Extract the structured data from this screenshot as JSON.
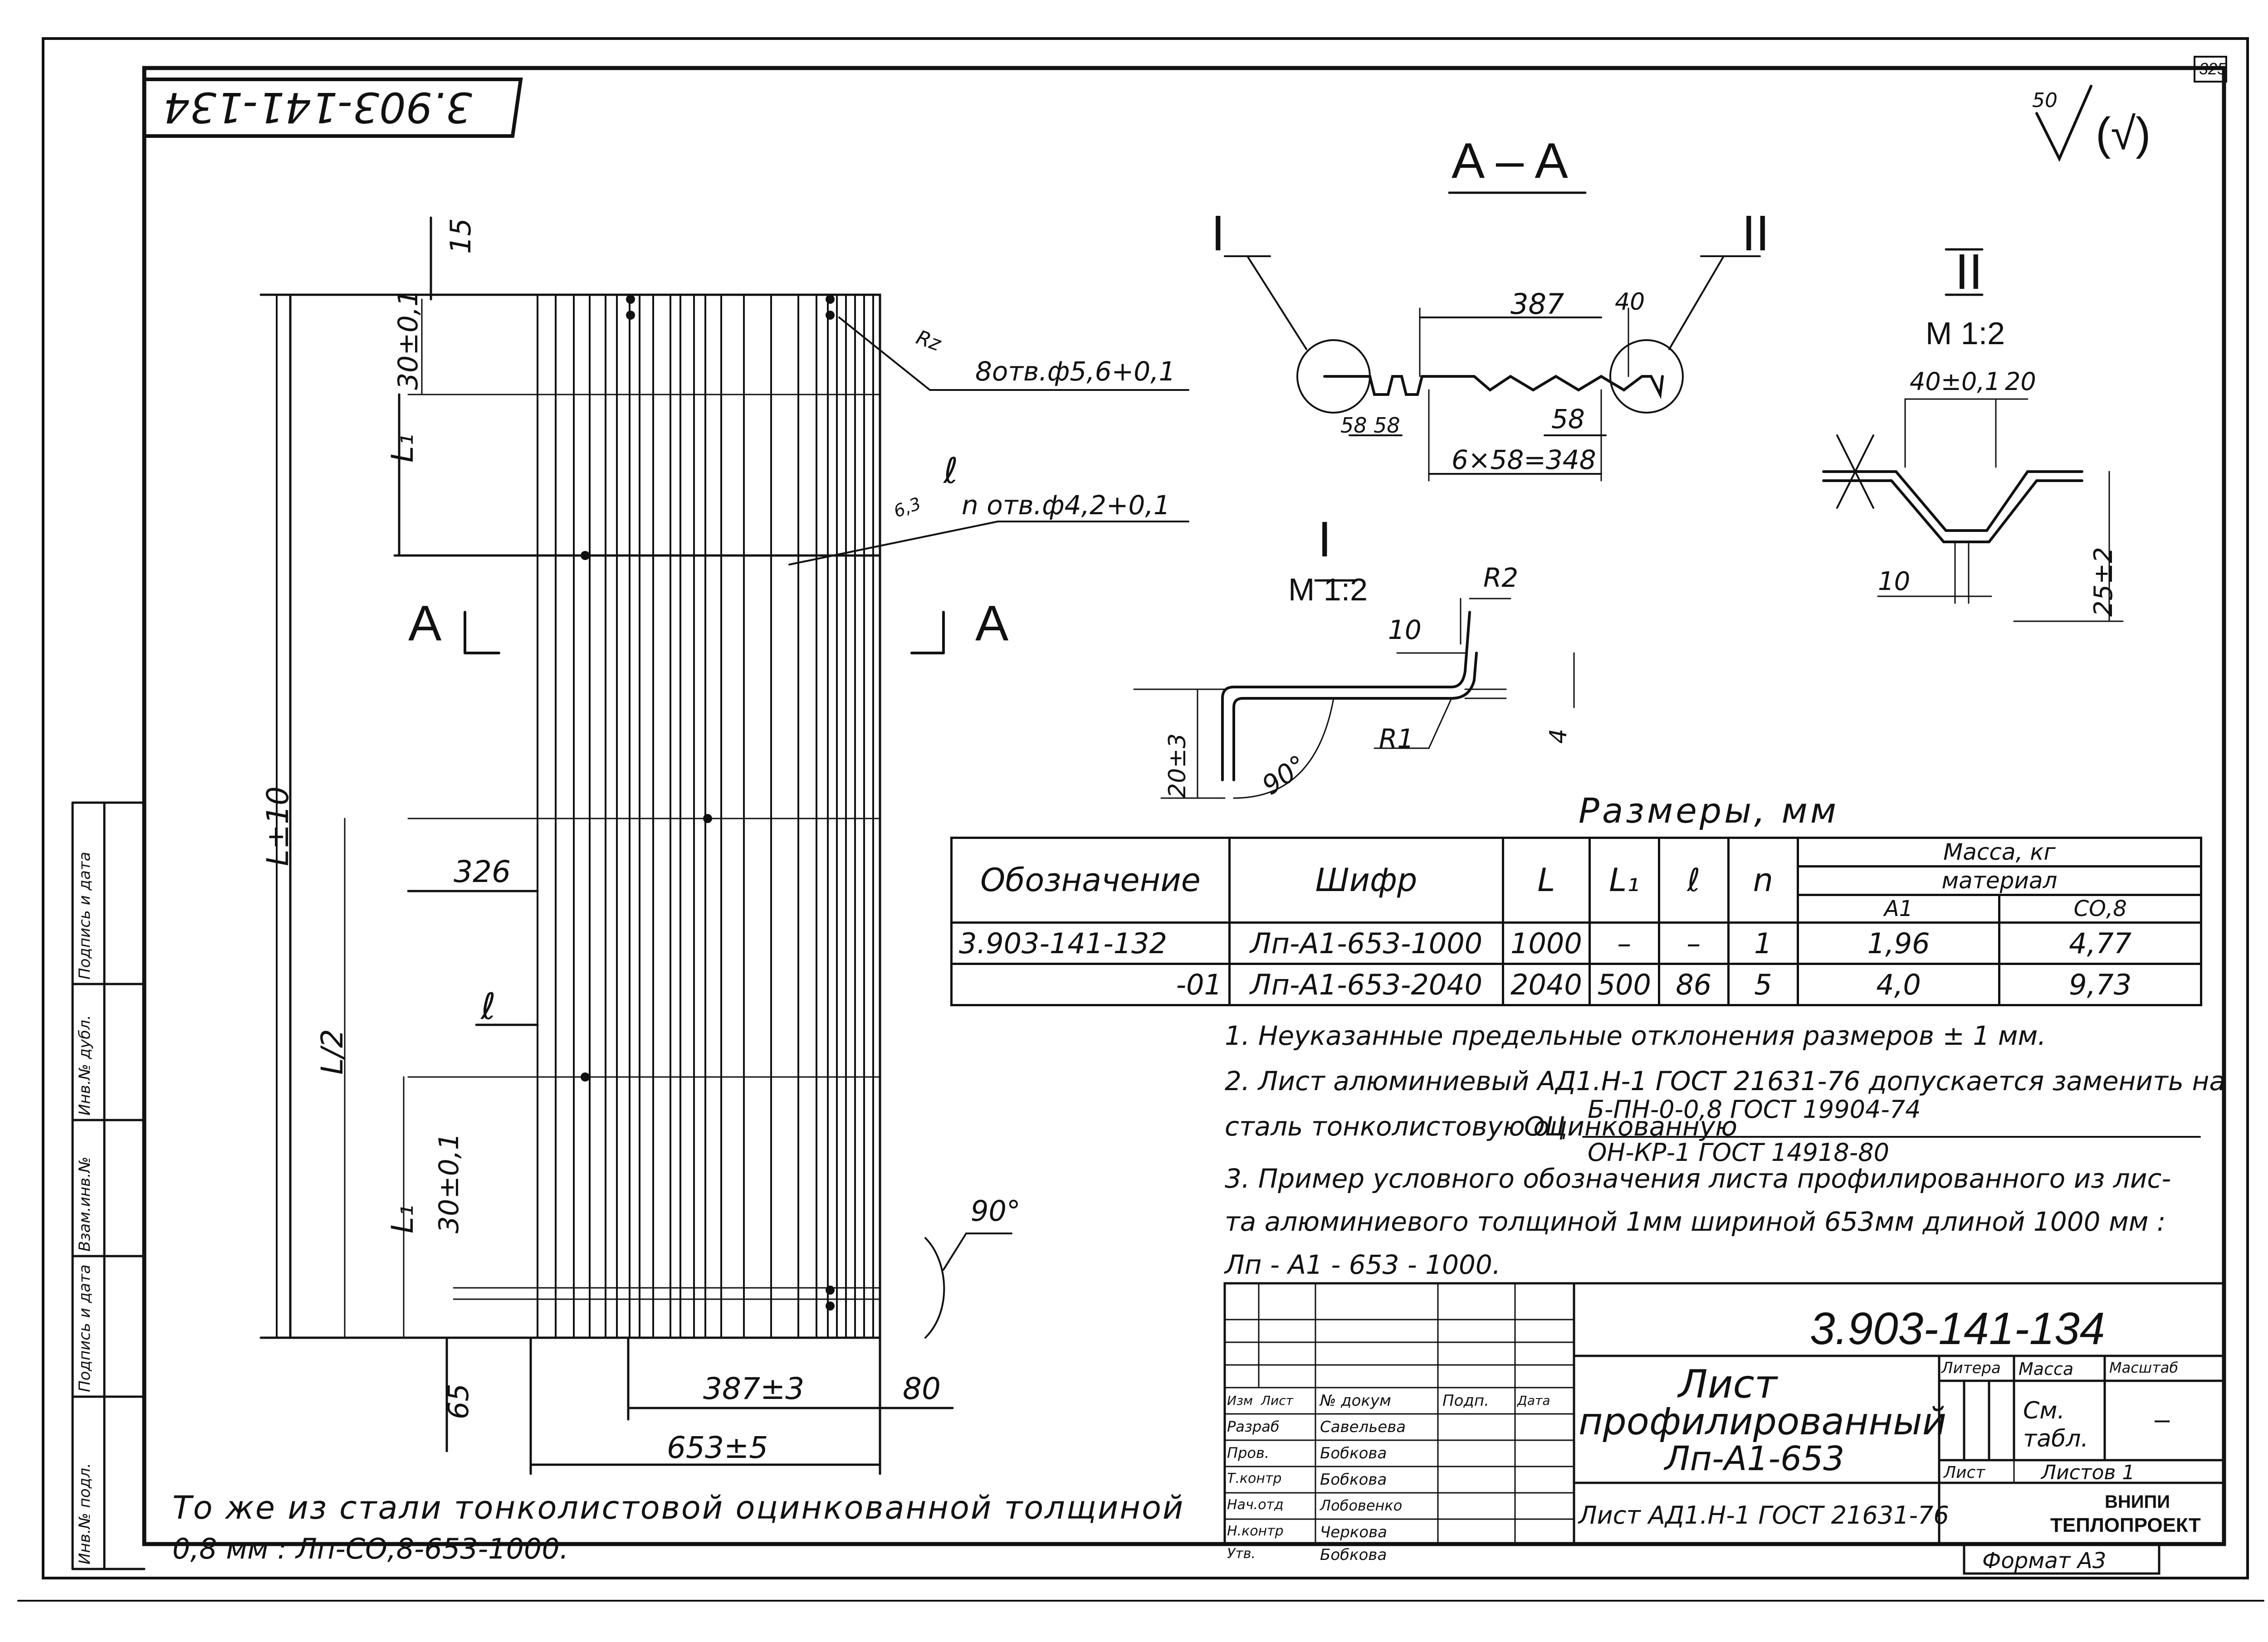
{
  "sheet": {
    "page_number": "325",
    "stamp_code": "3.903-141-134",
    "roughness": "50",
    "roughness_symbol": "(√)"
  },
  "section": {
    "title": "A – A",
    "left_marker": "A",
    "right_marker": "A"
  },
  "front_view": {
    "dim_top": "15",
    "dim_30": "30±0,1",
    "dim_L1_top": "L₁",
    "dim_L": "L±10",
    "dim_326": "326",
    "dim_l": "ℓ",
    "dim_L2": "L/2",
    "dim_L1_bottom": "L₁",
    "dim_30_bottom": "30±0,1",
    "dim_65": "65",
    "dim_387": "387±3",
    "dim_80": "80",
    "dim_653": "653±5",
    "angle_90": "90°",
    "hole_note_1": "8отв.ф5,6+0,1",
    "hole_note_1_roughness": "Rz",
    "hole_note_2": "n отв.ф4,2+0,1",
    "hole_note_2_l": "ℓ",
    "hole_note_2_roughness": "6,3"
  },
  "section_aa": {
    "callout_I": "I",
    "callout_II": "II",
    "dim_387": "387",
    "dim_40": "40",
    "dim_58_58": "58 58",
    "dim_58": "58",
    "dim_6x58": "6×58=348"
  },
  "detail_I": {
    "label": "I",
    "scale": "М 1:2",
    "r2": "R2",
    "d10": "10",
    "r1": "R1",
    "angle": "90°",
    "d20": "20±3",
    "d4": "4"
  },
  "detail_II": {
    "label": "II",
    "scale": "М 1:2",
    "d40": "40±0,1",
    "d20": "20",
    "d10": "10",
    "d25": "25±2"
  },
  "spec_table": {
    "caption": "Размеры, мм",
    "headers": {
      "designation": "Обозначение",
      "code": "Шифр",
      "L": "L",
      "L1": "L₁",
      "l": "ℓ",
      "n": "n",
      "mass": "Масса, кг",
      "material": "материал",
      "a1": "А1",
      "co8": "СО,8"
    },
    "rows": [
      {
        "designation": "3.903-141-132",
        "code": "Лп-А1-653-1000",
        "L": "1000",
        "L1": "–",
        "l": "–",
        "n": "1",
        "a1": "1,96",
        "co8": "4,77"
      },
      {
        "designation": "-01",
        "code": "Лп-А1-653-2040",
        "L": "2040",
        "L1": "500",
        "l": "86",
        "n": "5",
        "a1": "4,0",
        "co8": "9,73"
      }
    ]
  },
  "notes": [
    "1. Неуказанные предельные отклонения размеров ± 1 мм.",
    "2. Лист алюминиевый АД1.Н-1 ГОСТ 21631-76 допускается заменить на",
    "сталь тонколистовую оцинкованную",
    "3. Пример условного обозначения листа профилированного из лис-",
    "та алюминиевого толщиной 1мм шириной 653мм длиной 1000 мм :",
    "Лп - А1 - 653 - 1000."
  ],
  "note2_formula": {
    "prefix": "ОЦ",
    "numerator": "Б-ПН-0-0,8 ГОСТ 19904-74",
    "denominator": "ОН-КР-1 ГОСТ 14918-80"
  },
  "footnote": {
    "line1": "То же из стали тонколистовой оцинкованной толщиной",
    "line2": "0,8 мм : Лп-СО,8-653-1000."
  },
  "title_block": {
    "designation": "3.903-141-134",
    "title_line1": "Лист",
    "title_line2": "профилированный",
    "title_line3": "Лп-А1-653",
    "material": "Лист АД1.Н-1 ГОСТ 21631-76",
    "col_headers": [
      "Изм",
      "Лист",
      "№ докум",
      "Подп.",
      "Дата"
    ],
    "roles": [
      {
        "role": "Разраб",
        "name": "Савельева"
      },
      {
        "role": "Пров.",
        "name": "Бобкова"
      },
      {
        "role": "Т.контр",
        "name": "Бобкова"
      },
      {
        "role": "Нач.отд",
        "name": "Лобовенко"
      },
      {
        "role": "Н.контр",
        "name": "Черкова"
      },
      {
        "role": "Утв.",
        "name": "Бобкова"
      }
    ],
    "litera": "Литера",
    "mass": "Масса",
    "mass_value": "См. табл.",
    "scale": "Масштаб",
    "scale_value": "–",
    "sheet": "Лист",
    "sheets": "Листов 1",
    "org_line1": "ВНИПИ",
    "org_line2": "ТЕПЛОПРОЕКТ",
    "format": "Формат А3"
  },
  "side_stamps": [
    "Инв.№ подл.",
    "Подпись и дата",
    "Взам.инв.№",
    "Инв.№ дубл.",
    "Подпись и дата"
  ]
}
